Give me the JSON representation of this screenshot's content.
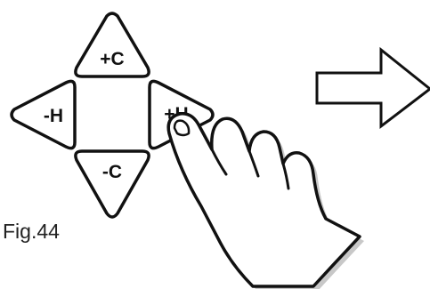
{
  "buttons": {
    "plus_c": "+C",
    "minus_c": "-C",
    "minus_h": "-H",
    "plus_h": "+H"
  },
  "caption": "Fig.44",
  "icons": {
    "arrow": "right-arrow-icon",
    "hand": "pointing-hand-icon"
  },
  "colors": {
    "stroke": "#111111",
    "background": "#ffffff",
    "shadow": "#c8c8c8"
  }
}
